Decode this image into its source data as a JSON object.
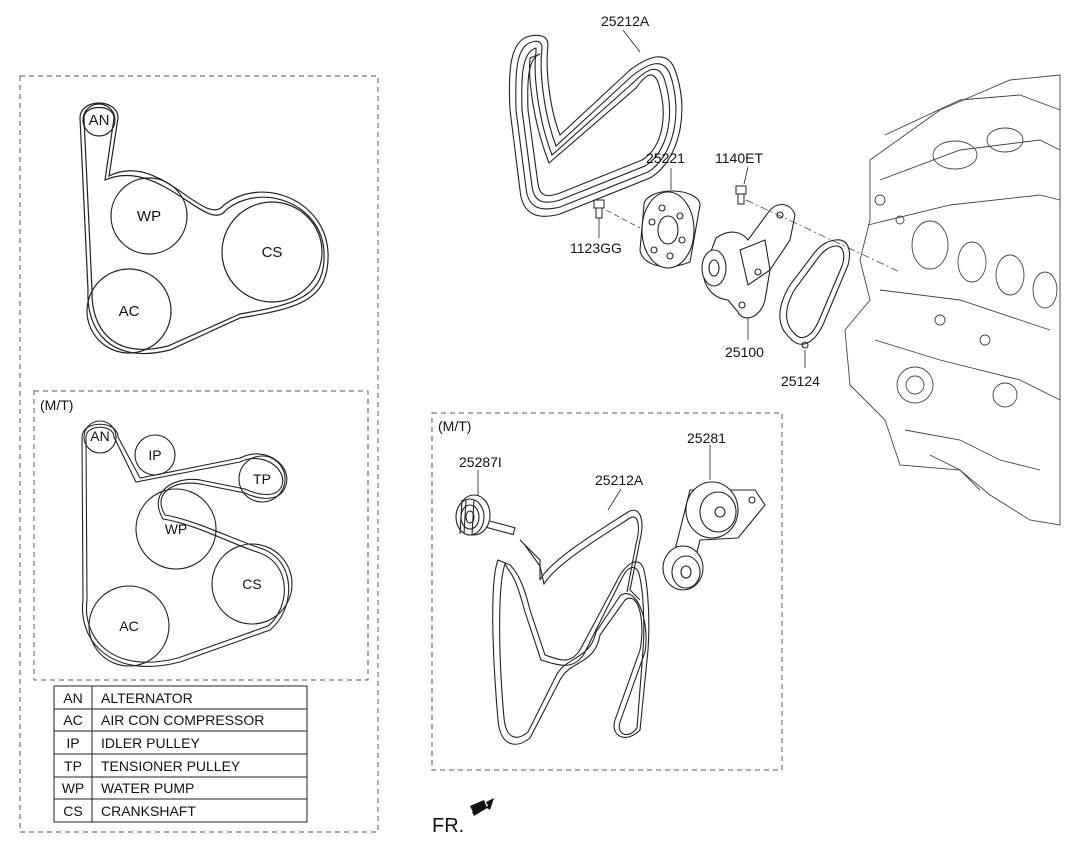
{
  "colors": {
    "line": "#222222",
    "dash": "#555555",
    "background": "#ffffff"
  },
  "top_layout": {
    "pulleys": {
      "an": "AN",
      "wp": "WP",
      "cs": "CS",
      "ac": "AC"
    }
  },
  "mt_layout": {
    "title": "(M/T)",
    "pulleys": {
      "an": "AN",
      "ip": "IP",
      "tp": "TP",
      "wp": "WP",
      "cs": "CS",
      "ac": "AC"
    }
  },
  "legend": [
    {
      "code": "AN",
      "desc": "ALTERNATOR"
    },
    {
      "code": "AC",
      "desc": "AIR CON COMPRESSOR"
    },
    {
      "code": "IP",
      "desc": "IDLER PULLEY"
    },
    {
      "code": "TP",
      "desc": "TENSIONER PULLEY"
    },
    {
      "code": "WP",
      "desc": "WATER PUMP"
    },
    {
      "code": "CS",
      "desc": "CRANKSHAFT"
    }
  ],
  "parts": {
    "belt_top": "25212A",
    "pulley": "25221",
    "bolt_pump": "1140ET",
    "bolt_pulley": "1123GG",
    "water_pump": "25100",
    "gasket": "25124"
  },
  "mt_parts": {
    "title": "(M/T)",
    "idler": "25287I",
    "belt": "25212A",
    "tensioner": "25281"
  },
  "front_label": "FR.",
  "icons": {
    "front_arrow": "arrow-down-left-icon"
  }
}
